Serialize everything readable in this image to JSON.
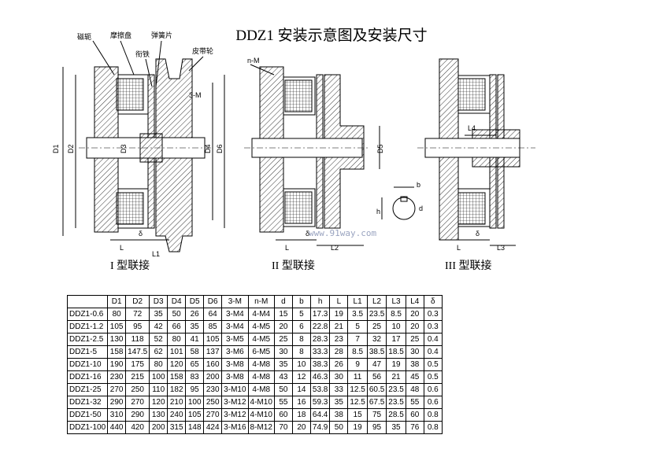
{
  "title": "DDZ1 安装示意图及安装尺寸",
  "diagram_labels": {
    "cihuan": "磁轭",
    "mocapan": "摩擦盘",
    "xiantie": "衔铁",
    "tanhuangpian": "弹簧片",
    "pidailun": "皮带轮",
    "nM": "n-M",
    "threeM": "3-M",
    "D1": "D1",
    "D2": "D2",
    "D3": "D3",
    "D4": "D4",
    "D5": "D5",
    "D6": "D6",
    "L": "L",
    "L1": "L1",
    "L2": "L2",
    "L3": "L3",
    "L4": "L4",
    "delta": "δ",
    "b": "b",
    "d": "d",
    "h": "h"
  },
  "captions": [
    "I 型联接",
    "II 型联接",
    "III 型联接"
  ],
  "watermark": "www.91way.com",
  "table": {
    "headers": [
      "",
      "D1",
      "D2",
      "D3",
      "D4",
      "D5",
      "D6",
      "3-M",
      "n-M",
      "d",
      "b",
      "h",
      "L",
      "L1",
      "L2",
      "L3",
      "L4",
      "δ"
    ],
    "rows": [
      [
        "DDZ1-0.6",
        "80",
        "72",
        "35",
        "50",
        "26",
        "64",
        "3-M4",
        "4-M4",
        "15",
        "5",
        "17.3",
        "19",
        "3.5",
        "23.5",
        "8.5",
        "20",
        "0.3"
      ],
      [
        "DDZ1-1.2",
        "105",
        "95",
        "42",
        "66",
        "35",
        "85",
        "3-M4",
        "4-M5",
        "20",
        "6",
        "22.8",
        "21",
        "5",
        "25",
        "10",
        "20",
        "0.3"
      ],
      [
        "DDZ1-2.5",
        "130",
        "118",
        "52",
        "80",
        "41",
        "105",
        "3-M5",
        "4-M5",
        "25",
        "8",
        "28.3",
        "23",
        "7",
        "32",
        "17",
        "25",
        "0.4"
      ],
      [
        "DDZ1-5",
        "158",
        "147.5",
        "62",
        "101",
        "58",
        "137",
        "3-M6",
        "6-M5",
        "30",
        "8",
        "33.3",
        "28",
        "8.5",
        "38.5",
        "18.5",
        "30",
        "0.4"
      ],
      [
        "DDZ1-10",
        "190",
        "175",
        "80",
        "120",
        "65",
        "160",
        "3-M8",
        "4-M8",
        "35",
        "10",
        "38.3",
        "26",
        "9",
        "47",
        "19",
        "38",
        "0.5"
      ],
      [
        "DDZ1-16",
        "230",
        "215",
        "100",
        "158",
        "83",
        "200",
        "3-M8",
        "4-M8",
        "43",
        "12",
        "46.3",
        "30",
        "11",
        "56",
        "21",
        "45",
        "0.5"
      ],
      [
        "DDZ1-25",
        "270",
        "250",
        "110",
        "182",
        "95",
        "230",
        "3-M10",
        "4-M8",
        "50",
        "14",
        "53.8",
        "33",
        "12.5",
        "60.5",
        "23.5",
        "48",
        "0.6"
      ],
      [
        "DDZ1-32",
        "290",
        "270",
        "120",
        "210",
        "100",
        "250",
        "3-M12",
        "4-M10",
        "55",
        "16",
        "59.3",
        "35",
        "12.5",
        "67.5",
        "23.5",
        "55",
        "0.6"
      ],
      [
        "DDZ1-50",
        "310",
        "290",
        "130",
        "240",
        "105",
        "270",
        "3-M12",
        "4-M10",
        "60",
        "18",
        "64.4",
        "38",
        "15",
        "75",
        "28.5",
        "60",
        "0.8"
      ],
      [
        "DDZ1-100",
        "440",
        "420",
        "200",
        "315",
        "148",
        "424",
        "3-M16",
        "8-M12",
        "70",
        "20",
        "74.9",
        "50",
        "19",
        "95",
        "35",
        "76",
        "0.8"
      ]
    ]
  }
}
